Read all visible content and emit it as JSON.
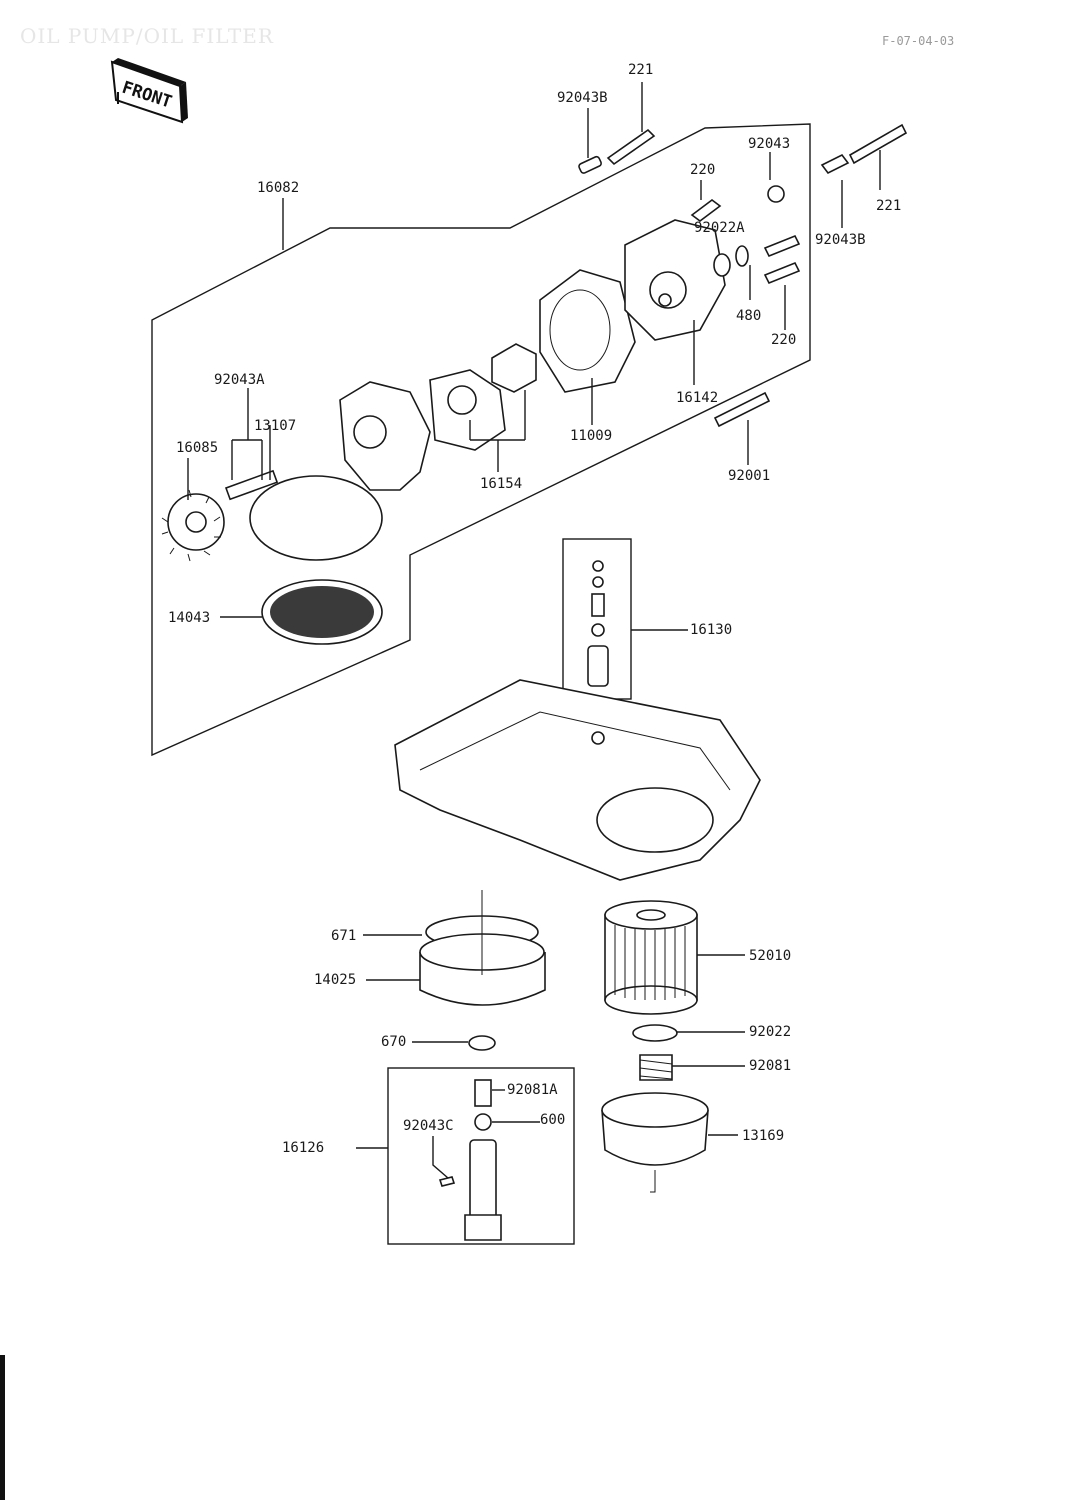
{
  "header": {
    "title": "OIL PUMP/OIL FILTER",
    "code": "F-07-04-03"
  },
  "front_tag": "FRONT",
  "labels": {
    "p221a": "221",
    "p92043b_top": "92043B",
    "p16082": "16082",
    "p220a": "220",
    "p92043": "92043",
    "p221b": "221",
    "p92022a": "92022A",
    "p92043b_right": "92043B",
    "p480": "480",
    "p220b": "220",
    "p16142": "16142",
    "p11009": "11009",
    "p92043a": "92043A",
    "p13107": "13107",
    "p16085": "16085",
    "p16154": "16154",
    "p92001": "92001",
    "p14043": "14043",
    "p16130": "16130",
    "p671": "671",
    "p14025": "14025",
    "p52010": "52010",
    "p670": "670",
    "p92022": "92022",
    "p92081": "92081",
    "p92081a": "92081A",
    "p600": "600",
    "p92043c": "92043C",
    "p16126": "16126",
    "p13169": "13169"
  },
  "colors": {
    "ink": "#1a1a1a",
    "paper": "#ffffff",
    "faint_title": "#e6e6e6"
  }
}
